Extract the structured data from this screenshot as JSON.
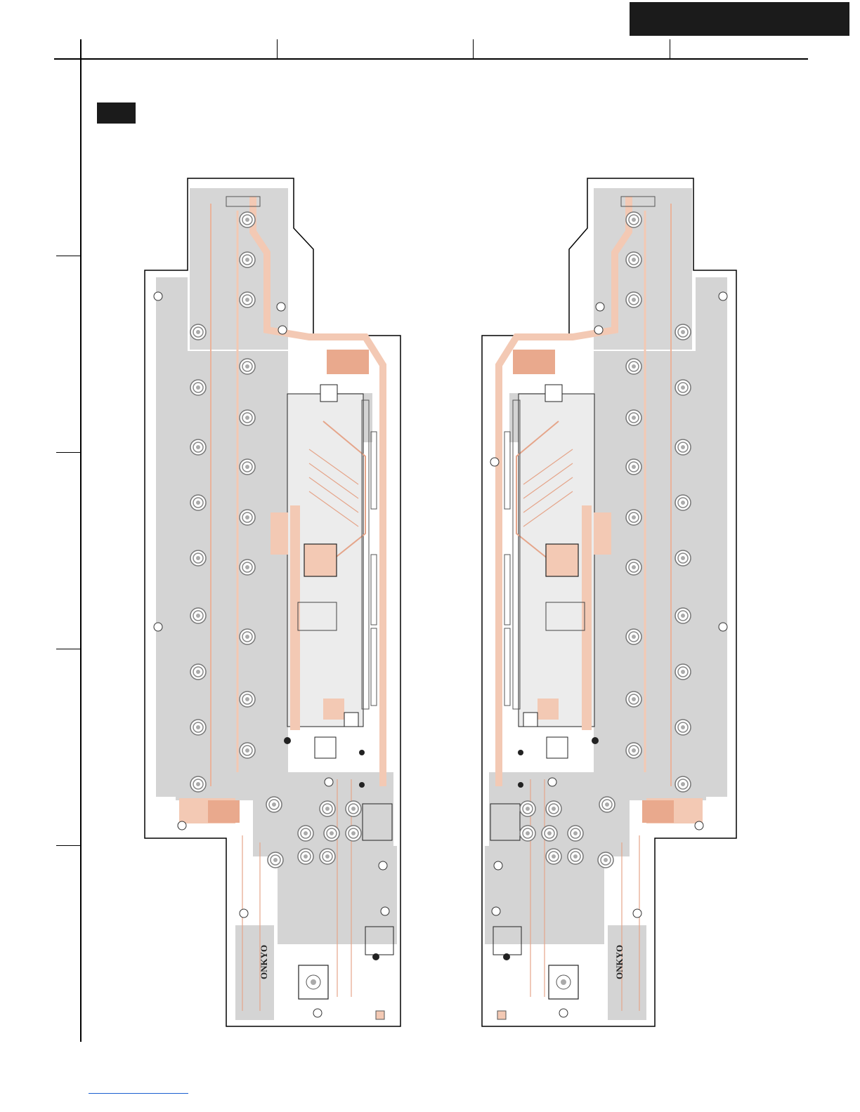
{
  "page": {
    "header_block_label": "",
    "section_tag_label": ""
  },
  "boards": [
    {
      "id": "left",
      "logo": "ONKYO"
    },
    {
      "id": "right",
      "logo": "ONKYO"
    }
  ],
  "colors": {
    "copper": "#f3c9b4",
    "copper_dark": "#e9a98d",
    "ground": "#d4d4d4",
    "trace": "#d9866a",
    "outline": "#000000",
    "header": "#1b1b1b",
    "link": "#1a5fd0"
  }
}
